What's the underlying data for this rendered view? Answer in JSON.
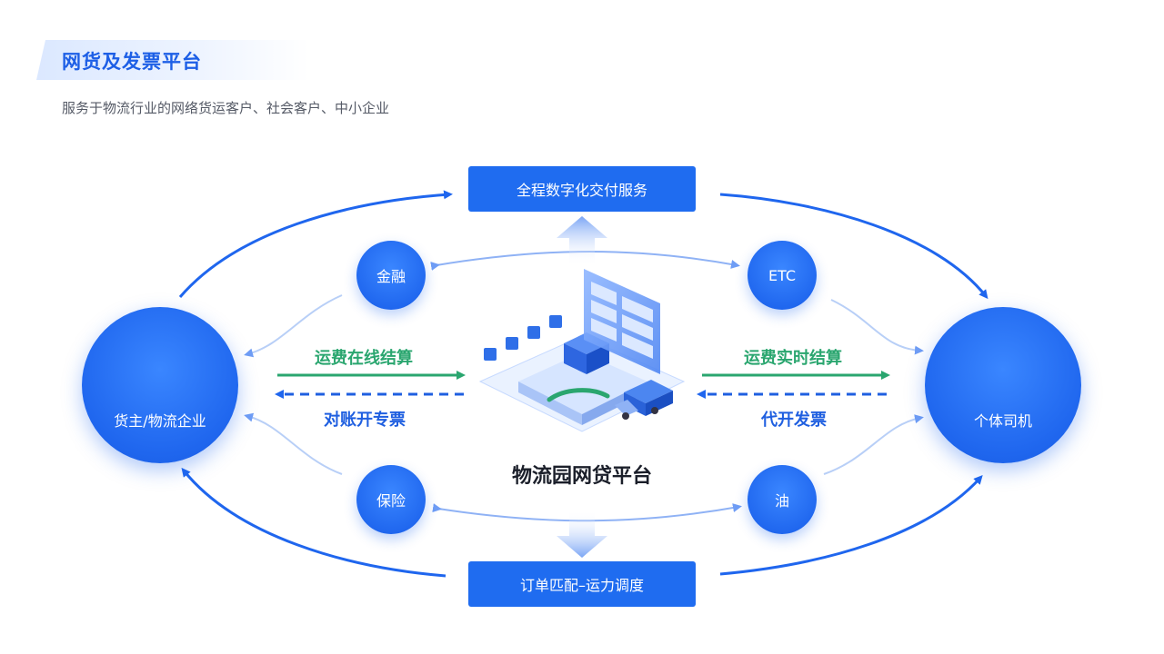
{
  "header": {
    "title": "网货及发票平台",
    "subtitle": "服务于物流行业的网络货运客户、社会客户、中小企业"
  },
  "diagram": {
    "top_box": "全程数字化交付服务",
    "bottom_box": "订单匹配–运力调度",
    "left_node": "货主/物流企业",
    "right_node": "个体司机",
    "center_label": "物流园网贷平台",
    "small_nodes": {
      "top_left": "金融",
      "top_right": "ETC",
      "bottom_left": "保险",
      "bottom_right": "油"
    },
    "left_flows": {
      "top": "运费在线结算",
      "bottom": "对账开专票"
    },
    "right_flows": {
      "top": "运费实时结算",
      "bottom": "代开发票"
    }
  },
  "colors": {
    "primary": "#1f6cf0",
    "green": "#2aa66f",
    "title": "#1d5fe6"
  },
  "icons": {
    "left_node": "building-icon",
    "right_node": "driver-icon",
    "center": "platform-illustration-icon"
  }
}
